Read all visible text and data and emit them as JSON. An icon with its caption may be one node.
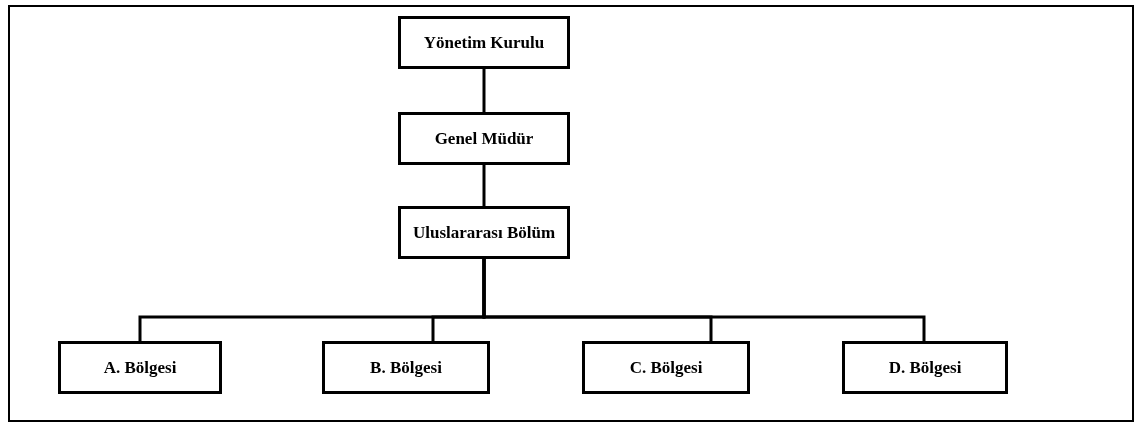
{
  "diagram": {
    "nodes": [
      {
        "text": [
          "Yönetim Kurulu"
        ]
      },
      {
        "text": [
          "Genel Müdür"
        ]
      },
      {
        "text": [
          "Uluslararası Bölüm"
        ]
      },
      {
        "text": [
          "A. Bölgesi"
        ]
      },
      {
        "text": [
          "B. Bölgesi"
        ]
      },
      {
        "text": [
          "C. Bölgesi"
        ]
      },
      {
        "text": [
          "D. Bölgesi"
        ]
      }
    ],
    "edges": [
      {
        "from": 0,
        "to": 1,
        "arrow": "none"
      },
      {
        "from": 1,
        "to": 2,
        "arrow": "none"
      },
      {
        "from": 2,
        "to": 3,
        "arrow": "none"
      },
      {
        "from": 2,
        "to": 4,
        "arrow": "none"
      },
      {
        "from": 2,
        "to": 5,
        "arrow": "none"
      },
      {
        "from": 2,
        "to": 6,
        "arrow": "none"
      }
    ]
  }
}
